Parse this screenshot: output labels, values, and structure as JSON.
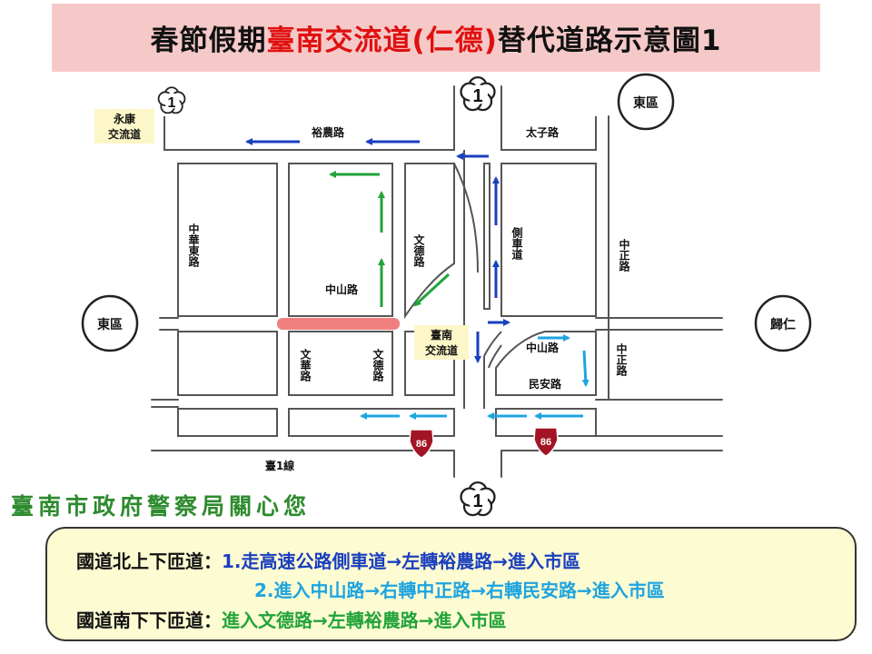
{
  "title": {
    "prefix": "春節假期",
    "highlight": "臺南交流道(仁德)",
    "suffix": "替代道路示意圖1"
  },
  "colors": {
    "banner_bg": "#f6c9c9",
    "highlight_red": "#e01010",
    "arrow_blue": "#1a3fbf",
    "arrow_cyan": "#1fa4e0",
    "arrow_green": "#22a33a",
    "closed_segment": "#f08080",
    "label_bg": "#fdf6c8",
    "note_bg": "#fdfbd2"
  },
  "map": {
    "roads": {
      "yunong": "裕農路",
      "taizi": "太子路",
      "zhonghua_east": "中華東路",
      "wende_top": "文德路",
      "side_lane": "側車道",
      "zhongzheng_top": "中正路",
      "zhongshan_left": "中山路",
      "wenhua": "文華路",
      "wende_bottom": "文德路",
      "zhongshan_right": "中山路",
      "minan": "民安路",
      "zhongzheng_bottom": "中正路",
      "tai1": "臺1線"
    },
    "places": {
      "east_district_top": "東區",
      "east_district_left": "東區",
      "guiren": "歸仁",
      "yongkang_line1": "永康",
      "yongkang_line2": "交流道",
      "tainan_ic_line1": "臺南",
      "tainan_ic_line2": "交流道"
    },
    "shields": {
      "freeway_number": "1",
      "expressway_number": "86"
    }
  },
  "care_message": "臺南市政府警察局關心您",
  "notes": {
    "north_label": "國道北上下匝道：",
    "north_route1": "1.走高速公路側車道→左轉裕農路→進入市區",
    "north_route2": "2.進入中山路→右轉中正路→右轉民安路→進入市區",
    "south_label": "國道南下下匝道：",
    "south_route": "進入文德路→左轉裕農路→進入市區"
  }
}
